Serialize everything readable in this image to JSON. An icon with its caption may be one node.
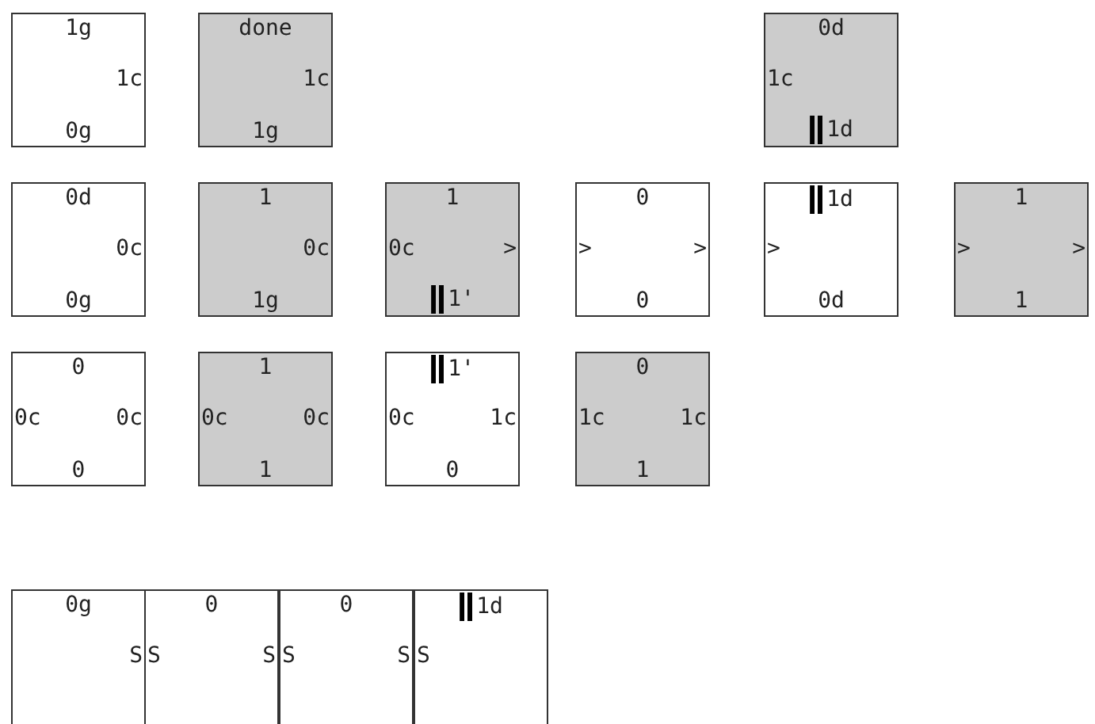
{
  "diagram": {
    "nodes": [
      {
        "text": [
          "1g",
          "1c",
          "0g"
        ]
      },
      {
        "text": [
          "done",
          "1c",
          "1g"
        ]
      },
      {
        "text": [
          "0d",
          "1c",
          "1d"
        ]
      },
      {
        "text": [
          "0d",
          "0c",
          "0g"
        ]
      },
      {
        "text": [
          "1",
          "0c",
          "1g"
        ]
      },
      {
        "text": [
          "1",
          "0c",
          ">",
          "1'"
        ]
      },
      {
        "text": [
          "0",
          ">",
          ">",
          "0"
        ]
      },
      {
        "text": [
          "1d",
          ">",
          "0d"
        ]
      },
      {
        "text": [
          "1",
          ">",
          ">",
          "1"
        ]
      },
      {
        "text": [
          "0",
          "0c",
          "0c",
          "0"
        ]
      },
      {
        "text": [
          "1",
          "0c",
          "0c",
          "1"
        ]
      },
      {
        "text": [
          "1'",
          "0c",
          "1c",
          "0"
        ]
      },
      {
        "text": [
          "0",
          "1c",
          "1c",
          "1"
        ]
      },
      {
        "text": [
          "0g",
          "S"
        ]
      },
      {
        "text": [
          "0",
          "S",
          "S"
        ]
      },
      {
        "text": [
          "0",
          "S",
          "S"
        ]
      },
      {
        "text": [
          "1d",
          "S"
        ]
      }
    ]
  }
}
